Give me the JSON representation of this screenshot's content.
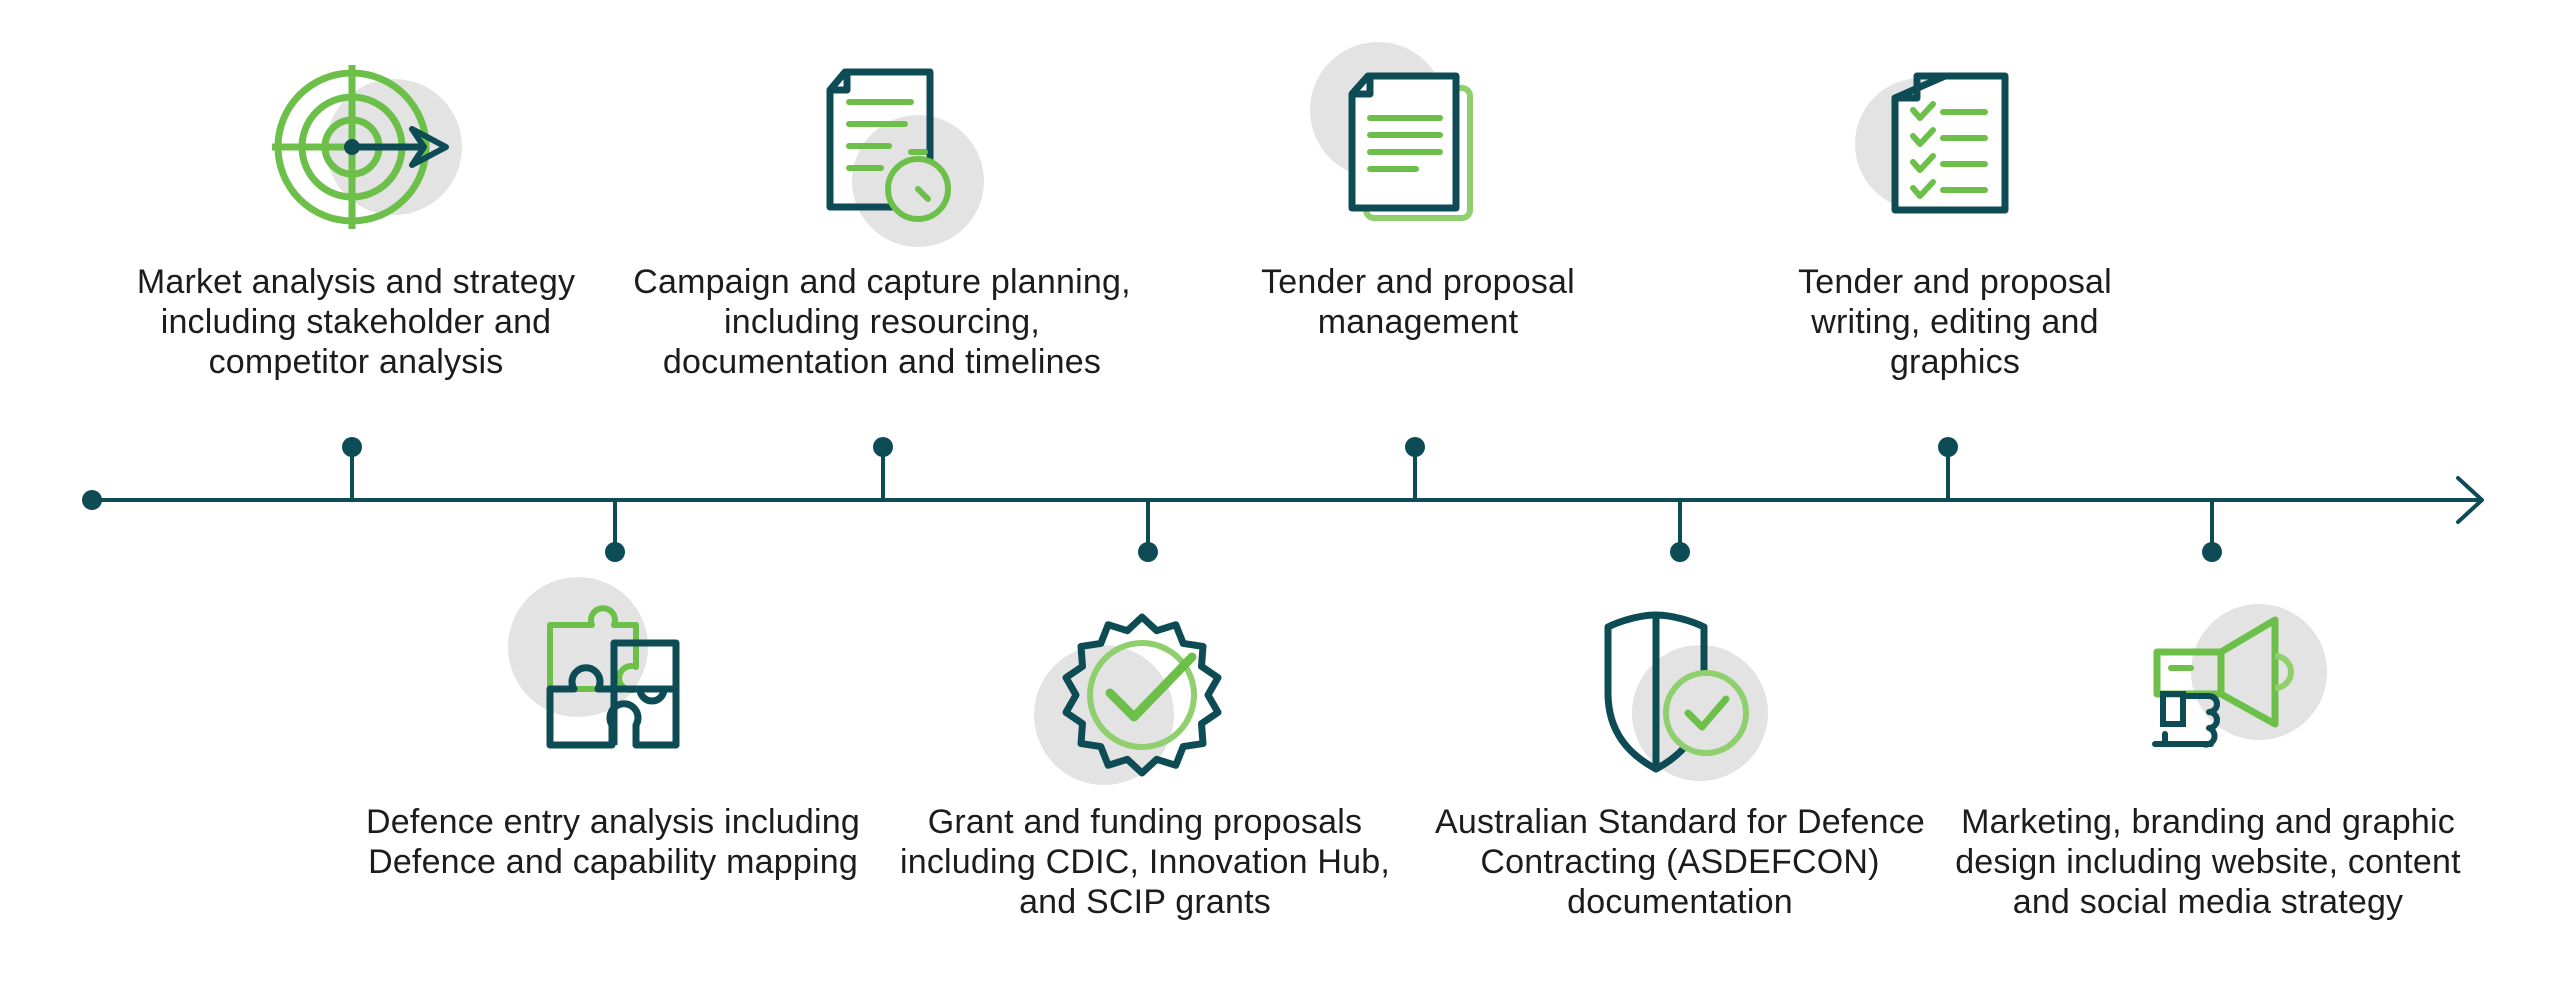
{
  "colors": {
    "primary": "#0e4c55",
    "accent": "#6cc04a",
    "accent_light": "#8fcf6e",
    "circle": "#e3e3e3",
    "text": "#1c1c1c"
  },
  "steps": [
    {
      "label": "Market analysis and strategy including stakeholder and competitor analysis",
      "icon": "target-icon",
      "position": "above"
    },
    {
      "label": "Defence entry analysis including Defence and capability mapping",
      "icon": "puzzle-icon",
      "position": "below"
    },
    {
      "label": "Campaign and capture planning, including resourcing, documentation and timelines",
      "icon": "document-timer-icon",
      "position": "above"
    },
    {
      "label": "Grant and funding proposals including CDIC, Innovation Hub, and SCIP grants",
      "icon": "badge-check-icon",
      "position": "below"
    },
    {
      "label": "Tender and proposal management",
      "icon": "documents-icon",
      "position": "above"
    },
    {
      "label": "Australian Standard for Defence Contracting (ASDEFCON) documentation",
      "icon": "shield-check-icon",
      "position": "below"
    },
    {
      "label": "Tender and proposal writing, editing and graphics",
      "icon": "checklist-icon",
      "position": "above"
    },
    {
      "label": "Marketing, branding and graphic design including website, content and social media strategy",
      "icon": "megaphone-icon",
      "position": "below"
    }
  ]
}
